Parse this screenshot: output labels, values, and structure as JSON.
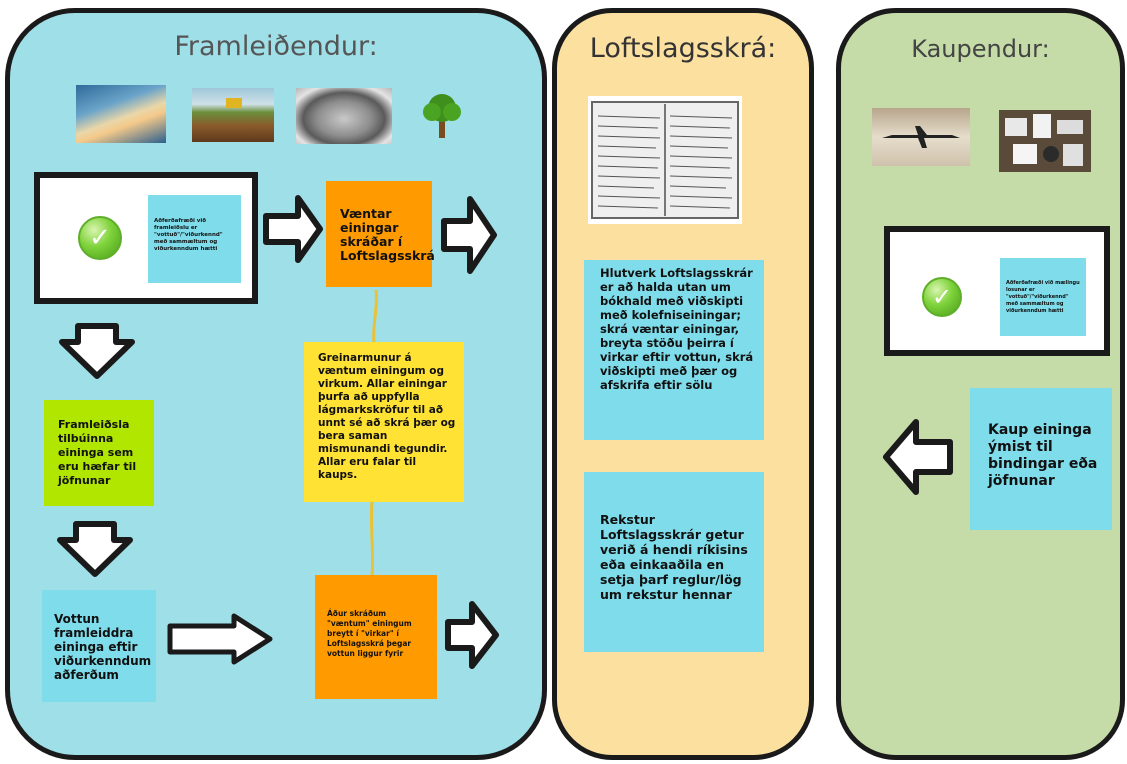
{
  "producers": {
    "title": "Framleiðendur:",
    "method_note": "Aðferðafræði við framleiðslu er \"vottuð\"/\"viðurkennd\" með sammæltum og viðurkenndum hætti",
    "pending_units": "Væntar einingar skráðar í Loftslagsskrá",
    "difference": "Greinarmunur á væntum einingum og virkum. Allar einingar þurfa að uppfylla lágmarkskröfur til að unnt sé að skrá þær og bera saman mismunandi tegundir. Allar eru falar til kaups.",
    "production": "Framleiðsla tilbúinna eininga sem eru hæfar til jöfnunar",
    "verification": "Vottun framleiddra eininga eftir viðurkenndum aðferðum",
    "conversion": "Áður skráðum \"væntum\" einingum breytt í \"virkar\" í Loftslagsskrá þegar vottun liggur fyrir"
  },
  "registry": {
    "title": "Loftslagsskrá:",
    "role": "Hlutverk Loftslagsskrár er að halda utan um bókhald með viðskipti með kolefniseiningar; skrá væntar einingar, breyta stöðu þeirra í virkar eftir vottun, skrá viðskipti með þær og afskrifa eftir sölu",
    "operation": "Rekstur Loftslagsskrár getur verið á hendi ríkisins eða einkaaðila en setja þarf reglur/lög um rekstur hennar"
  },
  "buyers": {
    "title": "Kaupendur:",
    "method_note": "Aðferðafræði við mælingu losunar er \"vottuð\"/\"viðurkennd\" með sammæltum og viðurkenndum hætti",
    "purchase": "Kaup eininga ýmist til bindingar eða jöfnunar"
  },
  "icons": {
    "check": "check-mark-icon",
    "arrow": "arrow-icon"
  },
  "colors": {
    "producers_bg": "#9fdfe8",
    "registry_bg": "#fbe0a0",
    "buyers_bg": "#c5dba8",
    "note_cyan": "#7fdcea",
    "note_orange": "#ff9a00",
    "note_yellow": "#ffe233",
    "note_green": "#b0e600",
    "connector": "#e8c23a"
  }
}
